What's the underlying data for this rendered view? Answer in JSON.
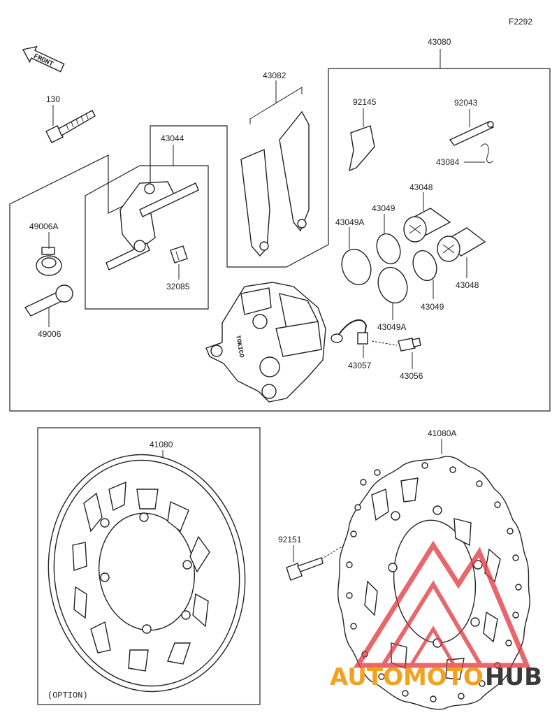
{
  "figure_code": "F2292",
  "front_label": "FRONT",
  "option_label": "(OPTION)",
  "watermark": {
    "part1": "AUTOMOTO",
    "part2": "HUB",
    "color1": "#f4a11d",
    "color2": "#3a3a3a",
    "logo_color": "#e0353b"
  },
  "parts": {
    "p43080": "43080",
    "p130": "130",
    "p43044": "43044",
    "p43082": "43082",
    "p92145": "92145",
    "p92043": "92043",
    "p43084": "43084",
    "p49006A": "49006A",
    "p49006": "49006",
    "p32085": "32085",
    "p43048a": "43048",
    "p43048b": "43048",
    "p43049a": "43049",
    "p43049b": "43049",
    "p43049Aa": "43049A",
    "p43049Ab": "43049A",
    "p43057": "43057",
    "p43056": "43056",
    "p41080": "41080",
    "p41080A": "41080A",
    "p92151": "92151"
  },
  "caliper_brand": "TOKICO"
}
